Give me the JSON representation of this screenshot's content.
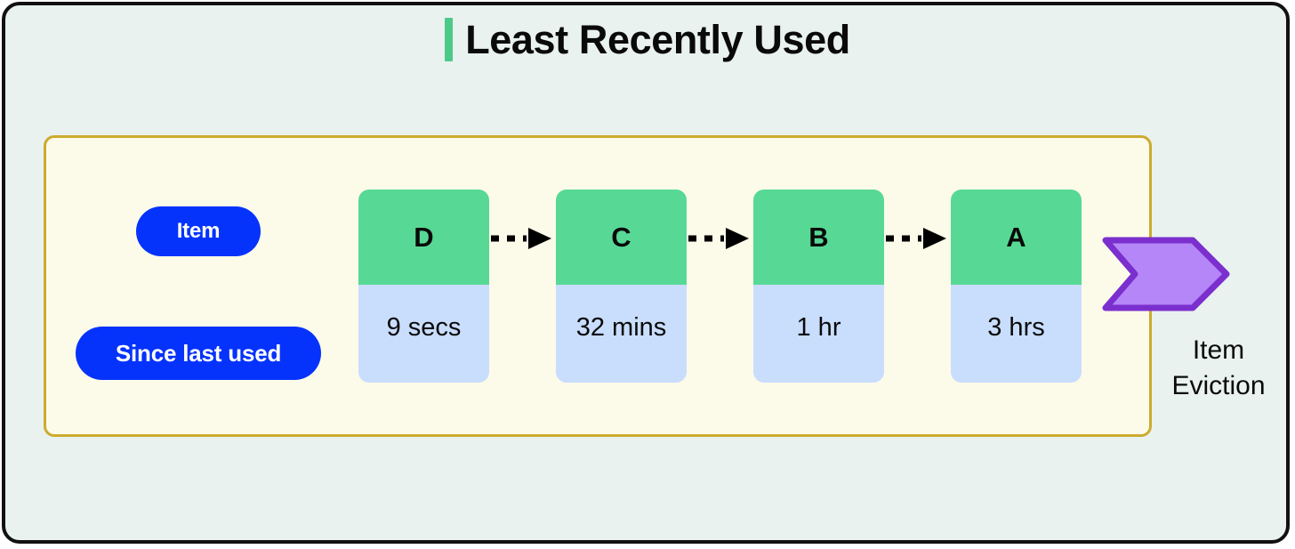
{
  "diagram": {
    "title": "Least Recently Used",
    "accent_color": "#4dc98a",
    "background_color": "#e9f2ef",
    "panel_background": "#fcfbe9",
    "panel_border_color": "#ccab2e"
  },
  "legend": {
    "item_label": "Item",
    "since_last_used_label": "Since last used",
    "pill_color": "#0533fb"
  },
  "cards": [
    {
      "letter": "D",
      "time": "9 secs"
    },
    {
      "letter": "C",
      "time": "32 mins"
    },
    {
      "letter": "B",
      "time": "1 hr"
    },
    {
      "letter": "A",
      "time": "3 hrs"
    }
  ],
  "card_colors": {
    "top": "#57d995",
    "bottom": "#c9ddfd"
  },
  "eviction": {
    "label_line1": "Item",
    "label_line2": "Eviction",
    "arrow_fill": "#b586f7",
    "arrow_stroke": "#7b2fce"
  },
  "connectors": {
    "count": 3,
    "style": "dashed-arrow",
    "color": "#000000"
  }
}
